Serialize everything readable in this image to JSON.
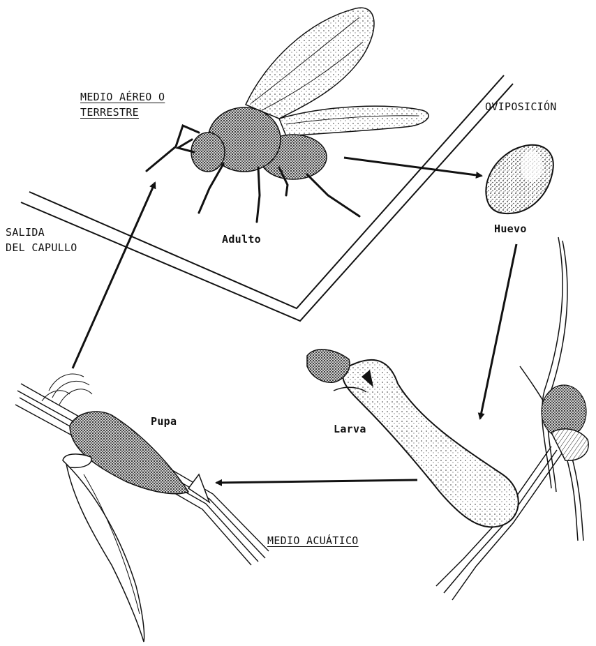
{
  "diagram": {
    "labels": {
      "medio_aereo_line1": "MEDIO AÉREO O",
      "medio_aereo_line2": "TERRESTRE",
      "oviposicion": "OVIPOSICIÓN",
      "salida_line1": "SALIDA",
      "salida_line2": "DEL CAPULLO",
      "adulto": "Adulto",
      "huevo": "Huevo",
      "larva": "Larva",
      "pupa": "Pupa",
      "medio_acuatico": "MEDIO ACUÁTICO"
    },
    "stages": [
      "adult-fly",
      "egg",
      "larva",
      "pupa"
    ],
    "colors": {
      "ink": "#111111",
      "background": "#ffffff"
    }
  }
}
